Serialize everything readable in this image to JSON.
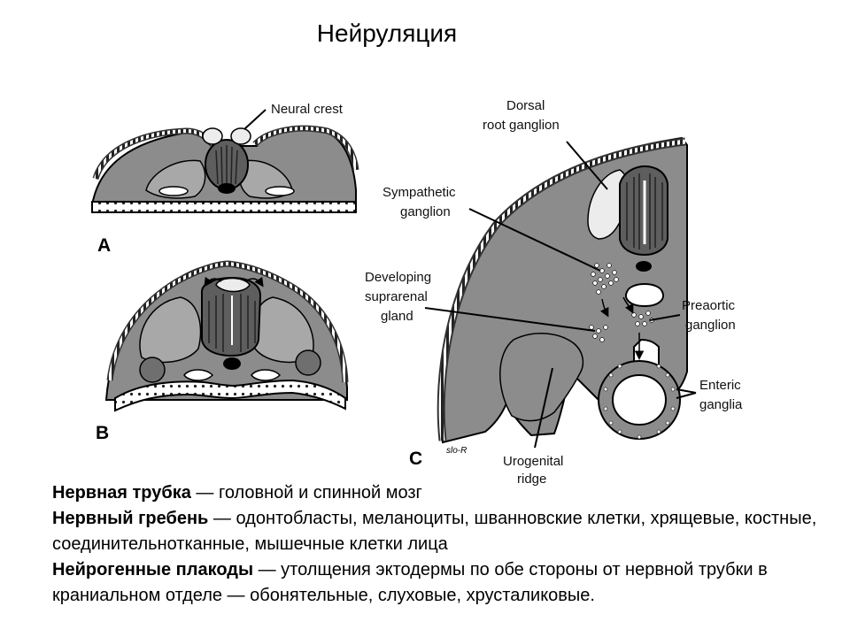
{
  "title": "Нейруляция",
  "figure": {
    "labels": {
      "neural_crest": "Neural crest",
      "drg_1": "Dorsal",
      "drg_2": "root ganglion",
      "symp_1": "Sympathetic",
      "symp_2": "ganglion",
      "supra_1": "Developing",
      "supra_2": "suprarenal",
      "supra_3": "gland",
      "preaortic_1": "Preaortic",
      "preaortic_2": "ganglion",
      "enteric_1": "Enteric",
      "enteric_2": "ganglia",
      "uro_1": "Urogenital",
      "uro_2": "ridge",
      "signature": "slo-R"
    },
    "panels": {
      "a": "A",
      "b": "B",
      "c": "C"
    },
    "colors": {
      "tissue": "#8c8c8c",
      "dark": "#5e5e5e",
      "mid": "#a8a8a8",
      "light": "#ececec"
    }
  },
  "body": {
    "p1_term": "Нервная трубка",
    "p1_text": " — головной и спинной мозг",
    "p2_term": "Нервный гребень",
    "p2_text": " — одонтобласты, меланоциты, шванновские клетки, хрящевые, костные, соединительнотканные, мышечные клетки лица",
    "p3_term": "Нейрогенные плакоды",
    "p3_text": " — утолщения эктодермы по обе стороны от нервной трубки в краниальном отделе — обонятельные, слуховые, хрусталиковые."
  }
}
